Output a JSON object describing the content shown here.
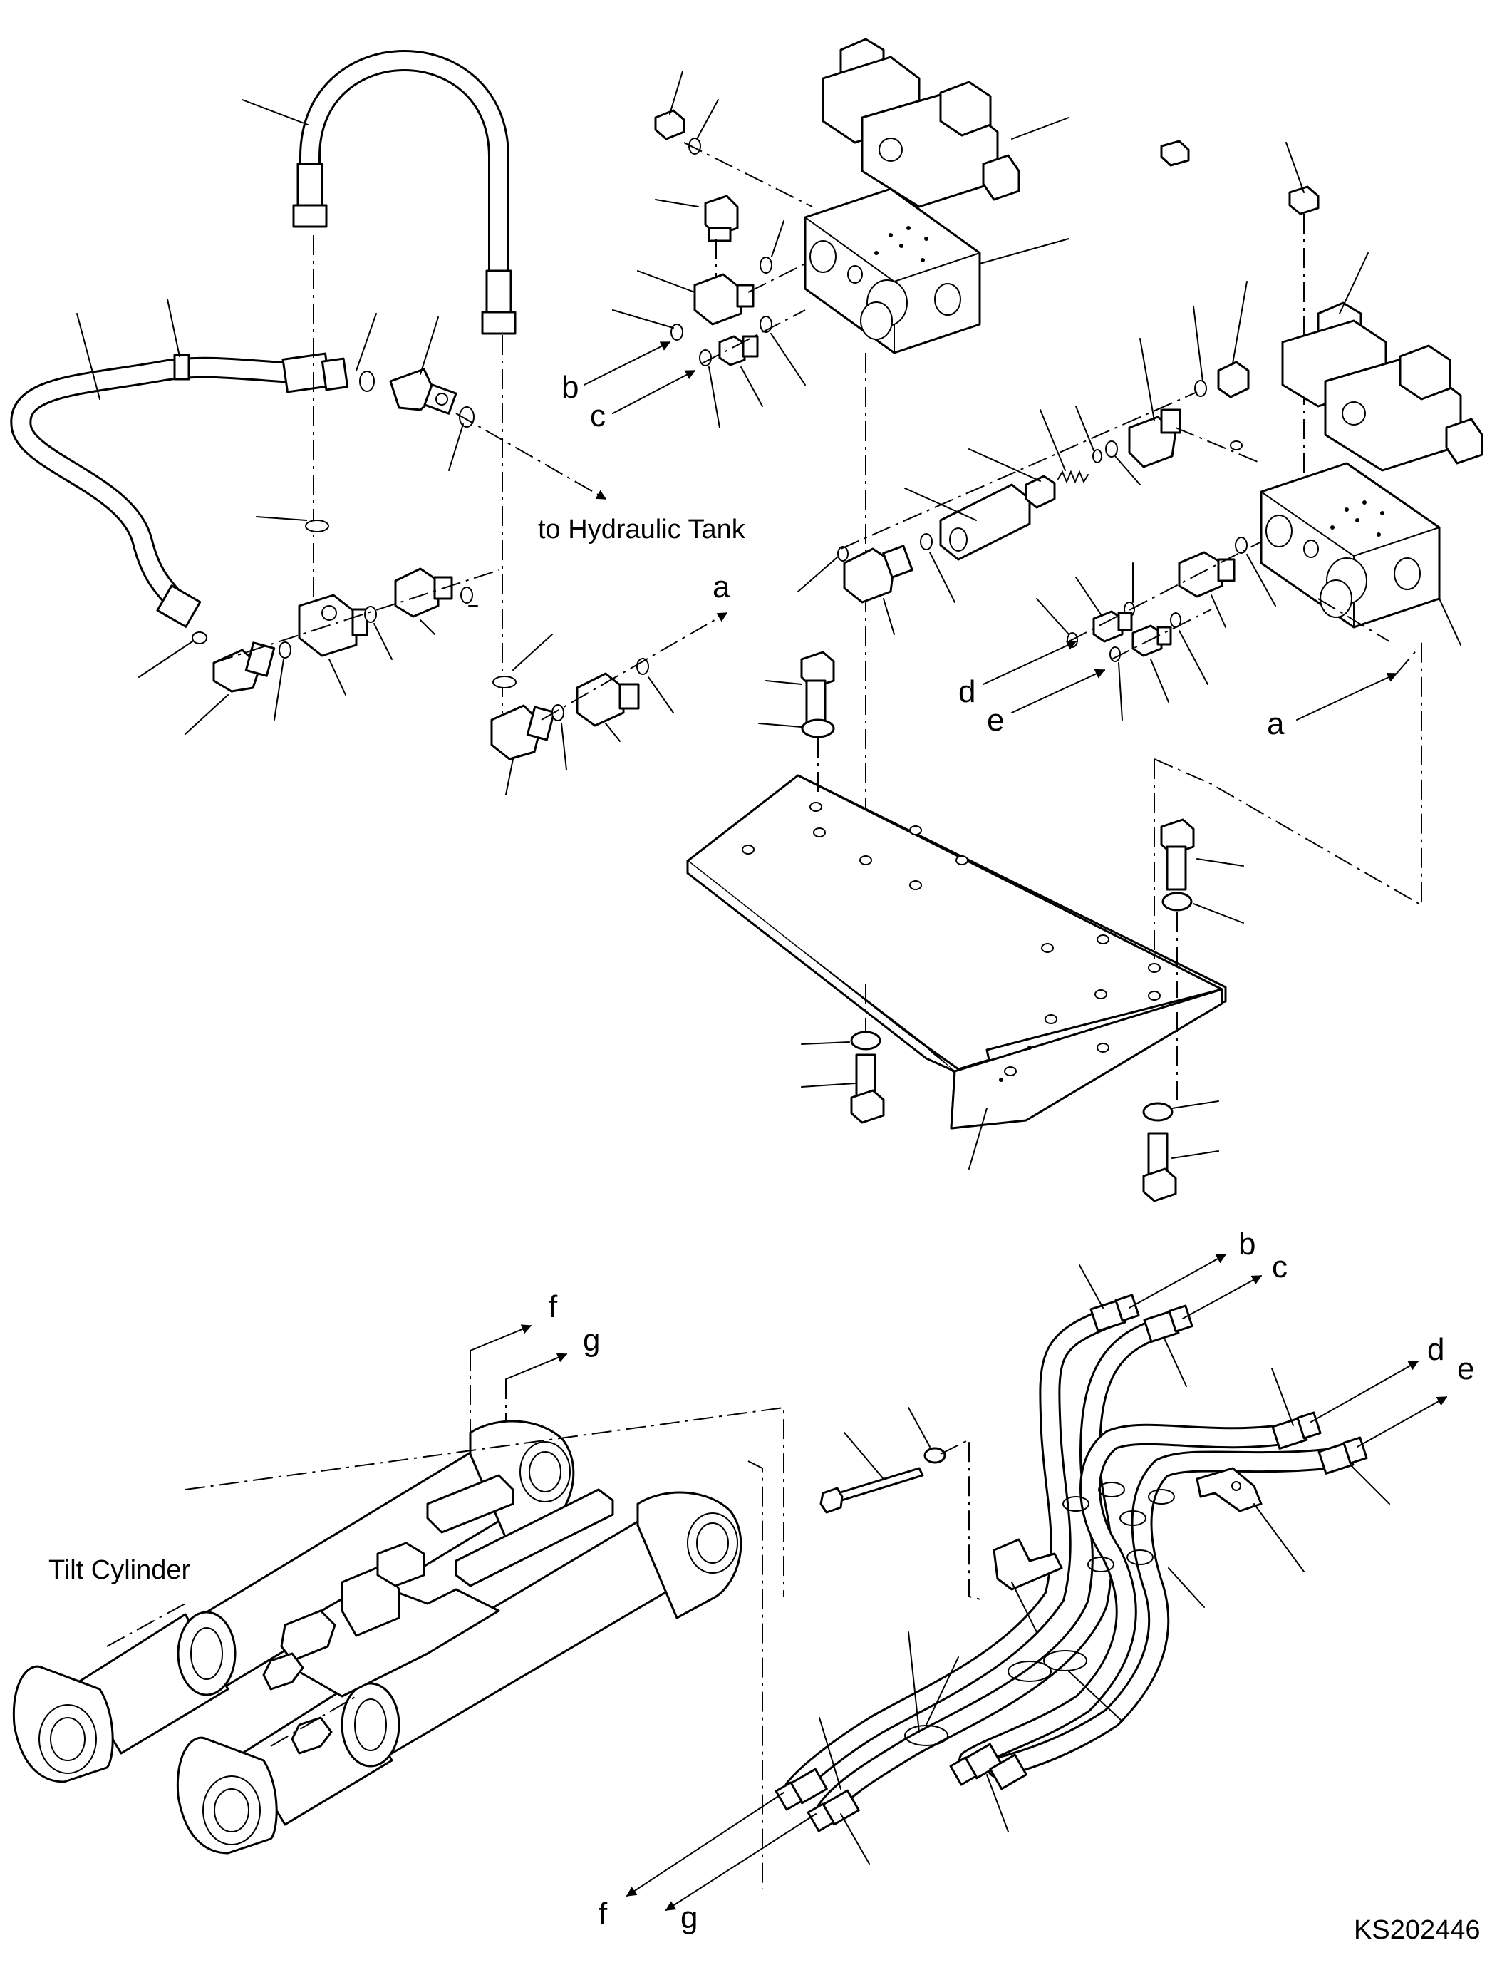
{
  "figure": {
    "code": "KS202446"
  },
  "callouts": {
    "to_hydraulic_tank": "to Hydraulic Tank",
    "tilt_cylinder": "Tilt Cylinder"
  },
  "connection_letters": {
    "b": "b",
    "c": "c",
    "d": "d",
    "e": "e",
    "a": "a",
    "f": "f",
    "g": "g"
  }
}
